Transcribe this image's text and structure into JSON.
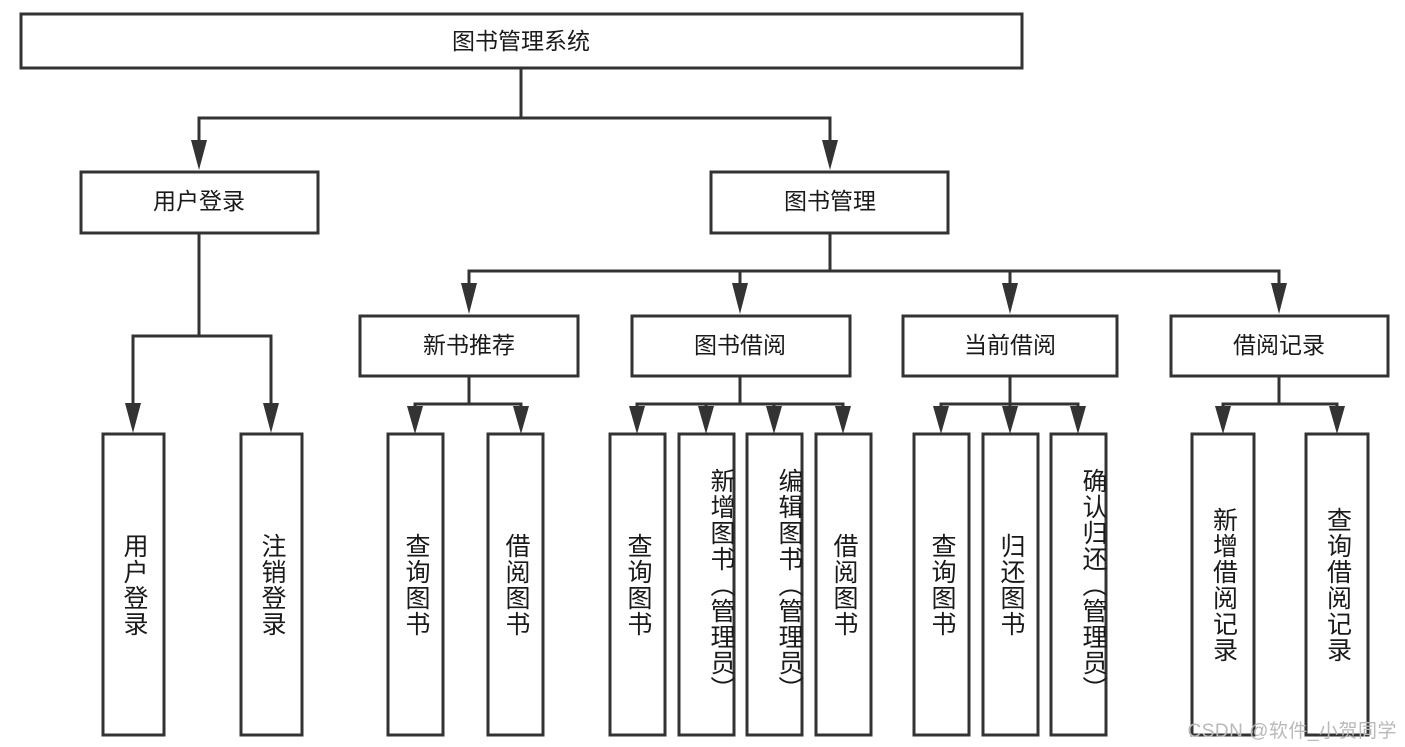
{
  "diagram": {
    "type": "tree",
    "title": "图书管理系统",
    "root": {
      "id": "root",
      "label": "图书管理系统",
      "orientation": "horizontal"
    },
    "level2": [
      {
        "id": "user-login",
        "label": "用户登录",
        "orientation": "horizontal"
      },
      {
        "id": "book-management",
        "label": "图书管理",
        "orientation": "horizontal"
      }
    ],
    "level3": [
      {
        "id": "new-book-recommend",
        "label": "新书推荐",
        "orientation": "horizontal",
        "parent": "book-management"
      },
      {
        "id": "book-borrow",
        "label": "图书借阅",
        "orientation": "horizontal",
        "parent": "book-management"
      },
      {
        "id": "current-borrow",
        "label": "当前借阅",
        "orientation": "horizontal",
        "parent": "book-management"
      },
      {
        "id": "borrow-record",
        "label": "借阅记录",
        "orientation": "horizontal",
        "parent": "book-management"
      }
    ],
    "leaves": [
      {
        "id": "leaf-user-login",
        "label": "用户登录",
        "orientation": "vertical",
        "parent": "user-login"
      },
      {
        "id": "leaf-logout-login",
        "label": "注销登录",
        "orientation": "vertical",
        "parent": "user-login"
      },
      {
        "id": "leaf-query-book-1",
        "label": "查询图书",
        "orientation": "vertical",
        "parent": "new-book-recommend"
      },
      {
        "id": "leaf-borrow-book-1",
        "label": "借阅图书",
        "orientation": "vertical",
        "parent": "new-book-recommend"
      },
      {
        "id": "leaf-query-book-2",
        "label": "查询图书",
        "orientation": "vertical",
        "parent": "book-borrow"
      },
      {
        "id": "leaf-add-book",
        "label": "新增图书（管理员）",
        "orientation": "vertical",
        "parent": "book-borrow"
      },
      {
        "id": "leaf-edit-book",
        "label": "编辑图书（管理员）",
        "orientation": "vertical",
        "parent": "book-borrow"
      },
      {
        "id": "leaf-borrow-book-2",
        "label": "借阅图书",
        "orientation": "vertical",
        "parent": "book-borrow"
      },
      {
        "id": "leaf-query-book-3",
        "label": "查询图书",
        "orientation": "vertical",
        "parent": "current-borrow"
      },
      {
        "id": "leaf-return-book",
        "label": "归还图书",
        "orientation": "vertical",
        "parent": "current-borrow"
      },
      {
        "id": "leaf-confirm-return",
        "label": "确认归还（管理员）",
        "orientation": "vertical",
        "parent": "current-borrow"
      },
      {
        "id": "leaf-add-record",
        "label": "新增借阅记录",
        "orientation": "vertical",
        "parent": "borrow-record"
      },
      {
        "id": "leaf-query-record",
        "label": "查询借阅记录",
        "orientation": "vertical",
        "parent": "borrow-record"
      }
    ]
  },
  "watermark": {
    "text": "CSDN @软件_小贺同学"
  },
  "colors": {
    "stroke": "#333333",
    "box_fill": "#ffffff",
    "text": "#1a1a1a",
    "watermark": "#b9b9b9",
    "background": "#ffffff"
  }
}
